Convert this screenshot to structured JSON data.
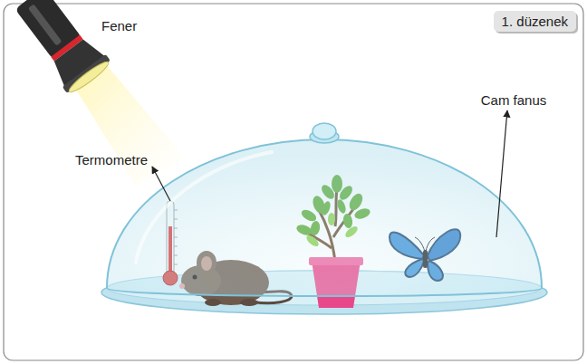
{
  "diagram": {
    "nodes": [
      {
        "text": [
          "1. düzenek"
        ]
      }
    ],
    "labels": [
      "Fener",
      "Termometre",
      "Cam fanus"
    ]
  }
}
